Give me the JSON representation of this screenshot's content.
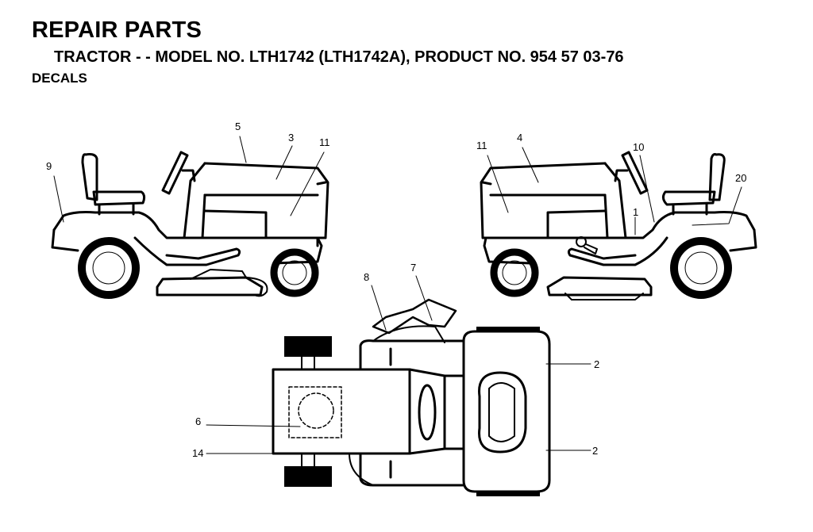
{
  "header": {
    "title": "REPAIR PARTS",
    "subtitle": "TRACTOR - - MODEL NO. LTH1742 (LTH1742A), PRODUCT NO. 954 57 03-76",
    "section": "DECALS"
  },
  "callouts": {
    "left_view": [
      "9",
      "5",
      "3",
      "11"
    ],
    "right_view": [
      "11",
      "4",
      "10",
      "20",
      "1"
    ],
    "top_view": [
      "8",
      "7",
      "2",
      "2",
      "6",
      "14"
    ]
  }
}
